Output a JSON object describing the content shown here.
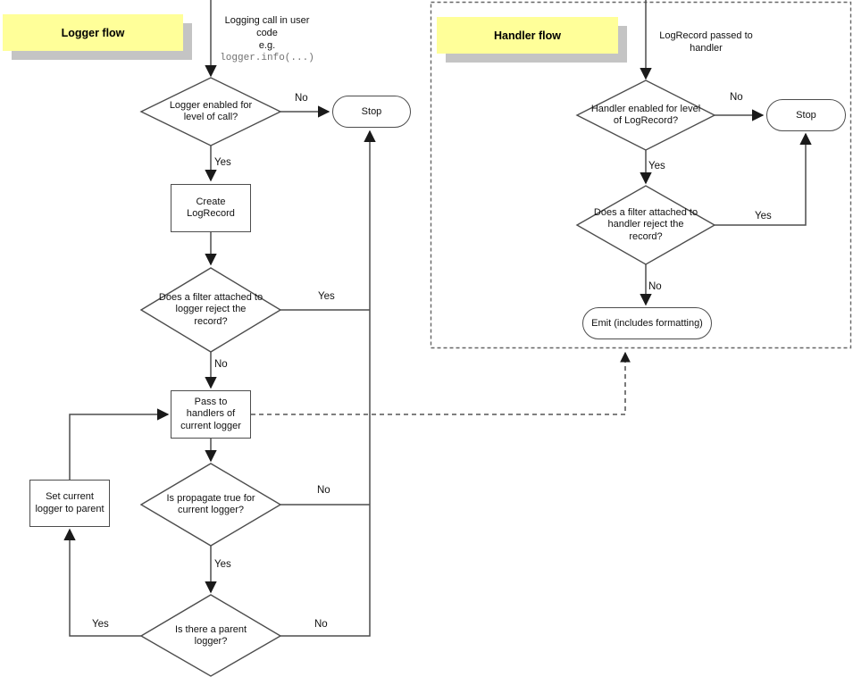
{
  "colors": {
    "title-bg": "#FFFF99",
    "title-shadow": "#C4C4C4",
    "line": "#4D4D4D"
  },
  "logger": {
    "title": "Logger flow",
    "note_line1": "Logging call in user code",
    "note_line2": "e.g.",
    "note_code": "logger.info(...)",
    "enabled_q": "Logger enabled for level of call?",
    "stop": "Stop",
    "create": "Create LogRecord",
    "filter_q": "Does a filter attached to logger reject the record?",
    "pass": "Pass to handlers of current logger",
    "propagate_q": "Is propagate true for current logger?",
    "parent_q": "Is there a parent logger?",
    "set_parent": "Set current logger to parent",
    "lbl_no_enabled": "No",
    "lbl_yes_enabled": "Yes",
    "lbl_yes_filter": "Yes",
    "lbl_no_filter": "No",
    "lbl_no_propagate": "No",
    "lbl_yes_propagate": "Yes",
    "lbl_yes_parent": "Yes",
    "lbl_no_parent": "No"
  },
  "handler": {
    "title": "Handler flow",
    "note": "LogRecord passed to handler",
    "enabled_q": "Handler enabled for level of LogRecord?",
    "stop": "Stop",
    "filter_q": "Does a filter attached to handler reject the record?",
    "emit": "Emit (includes formatting)",
    "lbl_no_enabled": "No",
    "lbl_yes_enabled": "Yes",
    "lbl_yes_filter": "Yes",
    "lbl_no_filter": "No"
  }
}
